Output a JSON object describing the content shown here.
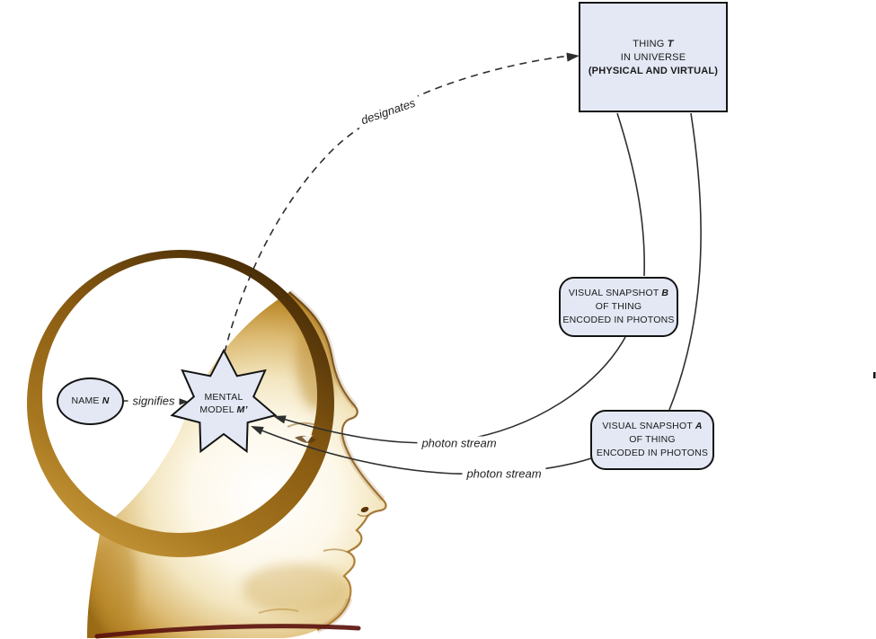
{
  "diagram": {
    "nodes": {
      "thing": {
        "line1_prefix": "THING ",
        "line1_var": "T",
        "line2": "IN UNIVERSE",
        "line3": "(PHYSICAL AND VIRTUAL)"
      },
      "snapshot_b": {
        "line1_prefix": "VISUAL SNAPSHOT ",
        "line1_var": "B",
        "line2": "OF THING",
        "line3": "ENCODED IN PHOTONS"
      },
      "snapshot_a": {
        "line1_prefix": "VISUAL SNAPSHOT ",
        "line1_var": "A",
        "line2": "OF THING",
        "line3": "ENCODED IN PHOTONS"
      },
      "name": {
        "prefix": "NAME ",
        "var": "N"
      },
      "mental_model": {
        "line1": "MENTAL",
        "line2_prefix": "MODEL ",
        "line2_var": "M’"
      }
    },
    "edges": {
      "designates": "designates",
      "signifies": "signifies",
      "photon_stream_upper": "photon stream",
      "photon_stream_lower": "photon stream"
    },
    "colors": {
      "node_fill": "#e3e8f4",
      "node_border": "#141414",
      "line": "#2e2e2e",
      "text": "#1a1a1a",
      "head_rim_dark": "#3a2204",
      "head_rim_mid": "#8a5c12",
      "head_rim_light": "#cfa040",
      "face_gold": "#9a6a16",
      "neck_shadow": "#5c130e"
    }
  }
}
